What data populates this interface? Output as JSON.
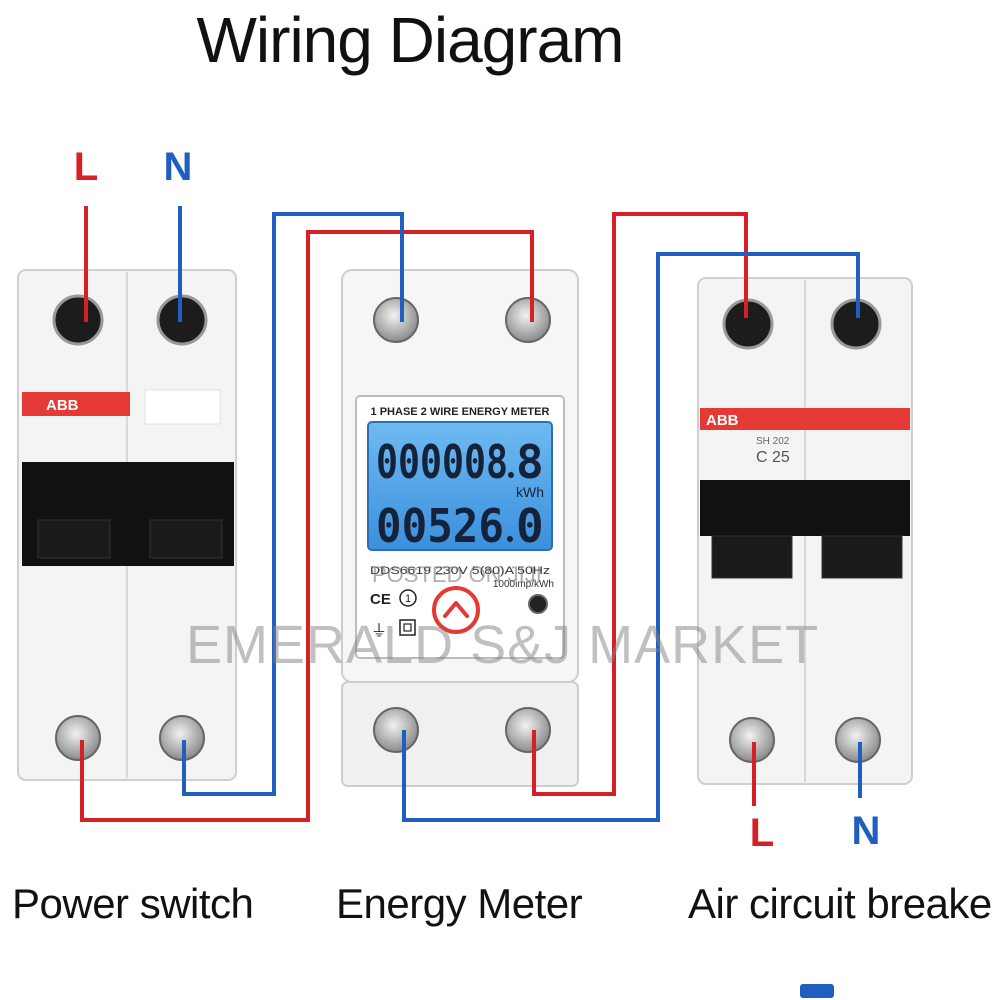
{
  "title": "Wiring Diagram",
  "terminals": {
    "input_line": "L",
    "input_neutral": "N",
    "output_line": "L",
    "output_neutral": "N"
  },
  "power_switch": {
    "caption": "Power switch",
    "brand": "ABB"
  },
  "energy_meter": {
    "caption": "Energy Meter",
    "header": "1 PHASE 2 WIRE ENERGY METER",
    "reading_top": "000008",
    "reading_top_decimal": "8",
    "unit": "kWh",
    "reading_bottom": "00526",
    "reading_bottom_decimal": "0",
    "spec": "DDS6619 230V  5(80)A  50Hz",
    "impulse": "1000imp/kWh",
    "ce_mark": "CE"
  },
  "breaker": {
    "caption": "Air circuit breaker",
    "brand": "ABB",
    "model": "SH 202",
    "rating": "C 25"
  },
  "watermark": {
    "posted": "POSTED ON JIJI",
    "store": "EMERALD S&J MARKET"
  },
  "colors": {
    "line_wire": "#d62027",
    "neutral_wire": "#1f5fc0",
    "abb_red": "#e53935",
    "lcd_blue": "#4aa3e8"
  }
}
